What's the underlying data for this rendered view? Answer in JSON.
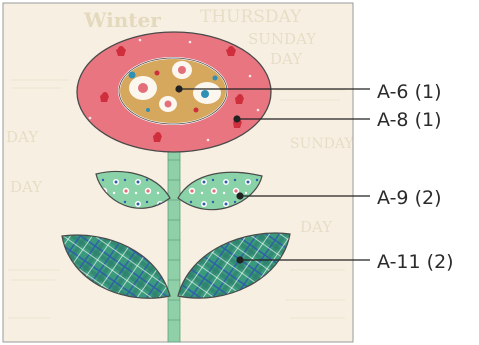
{
  "background_print": {
    "words": [
      "Winter",
      "THURSDAY",
      "SUNDAY",
      "DAY"
    ],
    "colors": {
      "base": "#f7f0e2",
      "text": "#e6dcc4",
      "frame": "#9a9a9a"
    }
  },
  "colors": {
    "outer_flower": "#e97580",
    "outer_flower_dots": "#cf2e3c",
    "center_fabric": "#d6a85e",
    "stem_green": "#8fd0a8",
    "leaf_small": "#75c498",
    "leaf_large": "#3a9a7c",
    "plaid_lines": "#2f5fa8",
    "outline": "#4a4a4a",
    "callout_line": "#222222"
  },
  "callouts": [
    {
      "label": "A-6 (1)"
    },
    {
      "label": "A-8 (1)"
    },
    {
      "label": "A-9 (2)"
    },
    {
      "label": "A-11 (2)"
    }
  ]
}
